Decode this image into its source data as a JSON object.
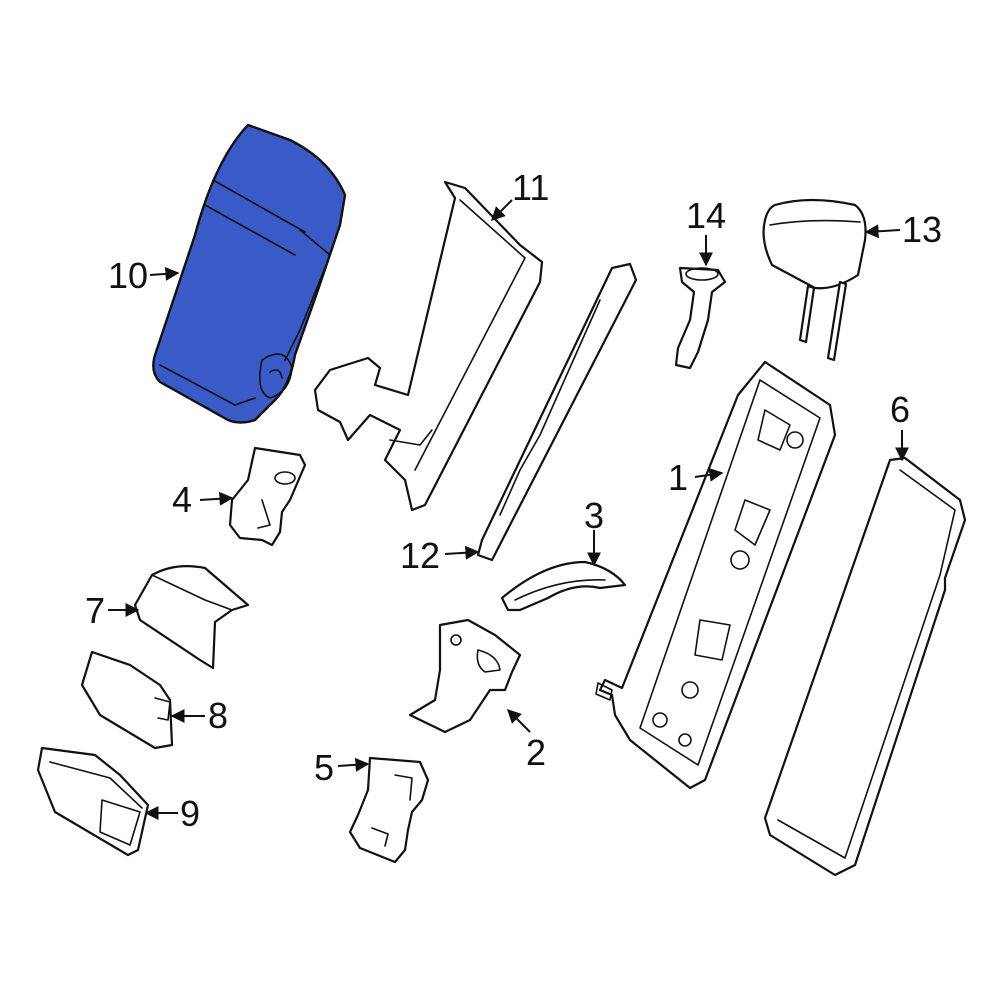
{
  "diagram": {
    "highlight_color": "#3a5bc7",
    "callouts": [
      {
        "id": "1",
        "label": "1"
      },
      {
        "id": "2",
        "label": "2"
      },
      {
        "id": "3",
        "label": "3"
      },
      {
        "id": "4",
        "label": "4"
      },
      {
        "id": "5",
        "label": "5"
      },
      {
        "id": "6",
        "label": "6"
      },
      {
        "id": "7",
        "label": "7"
      },
      {
        "id": "8",
        "label": "8"
      },
      {
        "id": "9",
        "label": "9"
      },
      {
        "id": "10",
        "label": "10"
      },
      {
        "id": "11",
        "label": "11"
      },
      {
        "id": "12",
        "label": "12"
      },
      {
        "id": "13",
        "label": "13"
      },
      {
        "id": "14",
        "label": "14"
      }
    ]
  }
}
